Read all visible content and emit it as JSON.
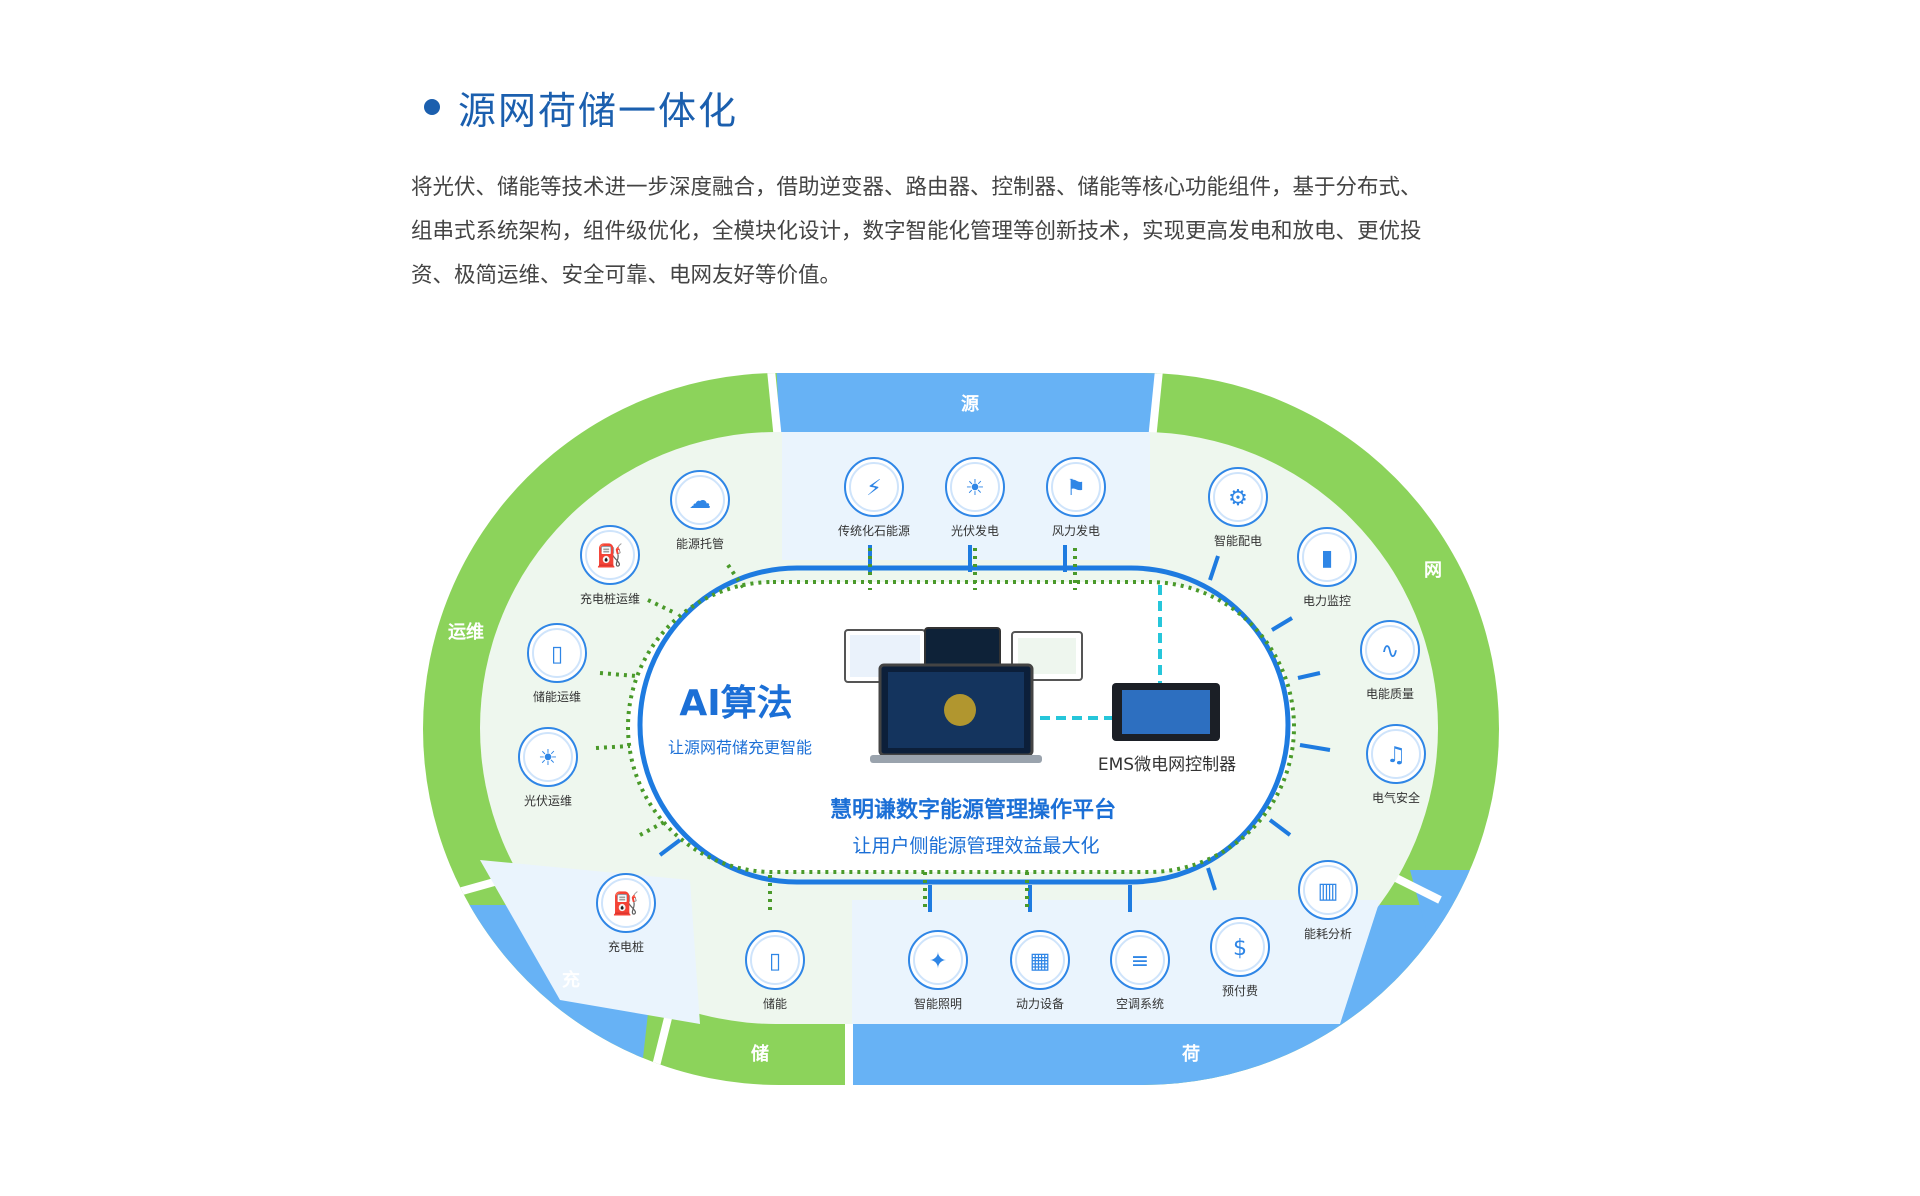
{
  "heading": {
    "title": "源网荷储一体化",
    "lines": [
      "将光伏、储能等技术进一步深度融合，借助逆变器、路由器、控制器、储能等核心功能组件，基于分布式、",
      "组串式系统架构，组件级优化，全模块化设计，数字智能化管理等创新技术，实现更高发电和放电、更优投",
      "资、极简运维、安全可靠、电网友好等价值。"
    ]
  },
  "sections": {
    "source": "源",
    "grid": "网",
    "load": "荷",
    "storage": "储",
    "charge": "充",
    "om": "运维"
  },
  "icons": {
    "fossil": "传统化石能源",
    "pv": "光伏发电",
    "wind": "风力发电",
    "dist": "智能配电",
    "monitor": "电力监控",
    "quality": "电能质量",
    "safety": "电气安全",
    "energy_analysis": "能耗分析",
    "prepay": "预付费",
    "ac": "空调系统",
    "power_equip": "动力设备",
    "lighting": "智能照明",
    "storage": "储能",
    "charger": "充电桩",
    "pv_om": "光伏运维",
    "storage_om": "储能运维",
    "charger_om": "充电桩运维",
    "hosting": "能源托管"
  },
  "center": {
    "ai_title": "AI算法",
    "ai_sub": "让源网荷储充更智能",
    "ems": "EMS微电网控制器",
    "platform": "慧明谦数字能源管理操作平台",
    "platform_sub": "让用户侧能源管理效益最大化"
  },
  "colors": {
    "green": "#8cd35b",
    "blue": "#67b2f5",
    "line_blue": "#1e7be0",
    "dot_green": "#4a9a2a",
    "text_blue": "#1b6fd6"
  }
}
